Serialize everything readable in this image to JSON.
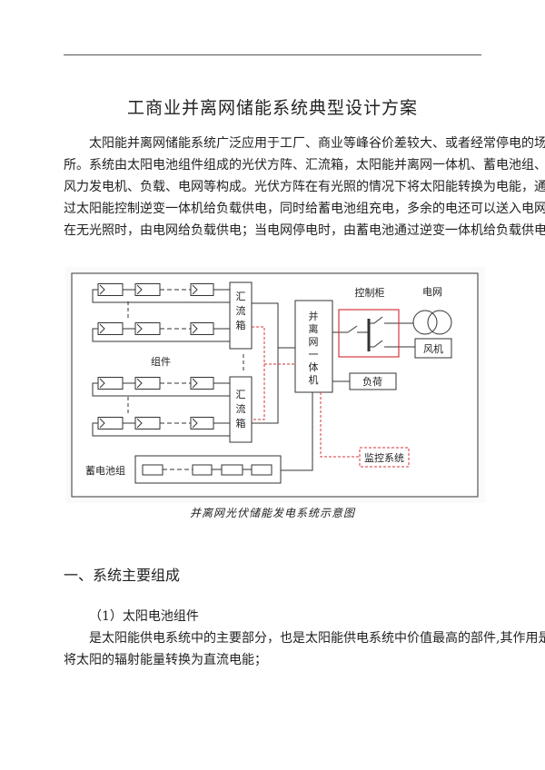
{
  "title": "工商业并离网储能系统典型设计方案",
  "intro_lines": [
    "太阳能并离网储能系统广泛应用于工厂、商业等峰谷价差较大、或者经常停电的场",
    "所。系统由太阳电池组件组成的光伏方阵、汇流箱，太阳能并离网一体机、蓄电池组、",
    "风力发电机、负载、电网等构成。光伏方阵在有光照的情况下将太阳能转换为电能，通",
    "过太阳能控制逆变一体机给负载供电，同时给蓄电池组充电，多余的电还可以送入电网；",
    "在无光照时，由电网给负载供电；当电网停电时，由蓄电池通过逆变一体机给负载供电."
  ],
  "diagram": {
    "combiner_box": [
      "汇",
      "流",
      "箱"
    ],
    "inverter": [
      "并",
      "离",
      "网",
      "一",
      "体",
      "机"
    ],
    "control_cabinet": "控制柜",
    "grid": "电网",
    "fan": "风机",
    "load": "负荷",
    "modules": "组件",
    "battery_group": "蓄电池组",
    "monitoring": "监控系统",
    "colors": {
      "line": "#333333",
      "signal": "#d9363e"
    }
  },
  "caption": "并离网光伏储能发电系统示意图",
  "section_heading": "一、系统主要组成",
  "subsection_heading": "（1）太阳电池组件",
  "section_lines": [
    "是太阳能供电系统中的主要部分，也是太阳能供电系统中价值最高的部件,其作用是",
    "将太阳的辐射能量转换为直流电能；"
  ]
}
